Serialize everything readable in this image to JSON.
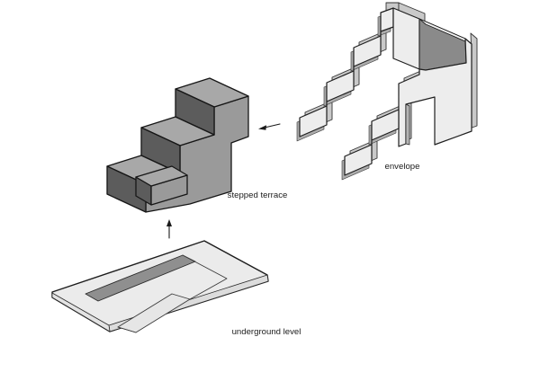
{
  "diagram": {
    "type": "architectural-massing-diagram",
    "nodes": [
      {
        "id": "envelope",
        "label": "envelope"
      },
      {
        "id": "stepped_terrace",
        "label": "stepped terrace"
      },
      {
        "id": "underground_level",
        "label": "underground level"
      }
    ],
    "arrows": [
      {
        "from": "envelope",
        "to": "stepped_terrace",
        "direction": "left"
      },
      {
        "from": "underground_level",
        "to": "stepped_terrace",
        "direction": "up"
      }
    ]
  },
  "colors": {
    "background": "#ffffff",
    "outline": "#1a1a1a",
    "terrace_top": "#a8a8a8",
    "terrace_riser": "#5c5c5c",
    "terrace_side": "#9a9a9a",
    "envelope_light": "#ededed",
    "envelope_edge": "#c9c9c9",
    "envelope_under": "#adadad",
    "envelope_dark": "#8a8a8a",
    "slab_light": "#ebebeb",
    "slab_dark": "#8f8f8f",
    "slab_edge": "#dcdcdc",
    "ramp_light": "#e6e6e6",
    "label_color": "#1c1c1c"
  }
}
